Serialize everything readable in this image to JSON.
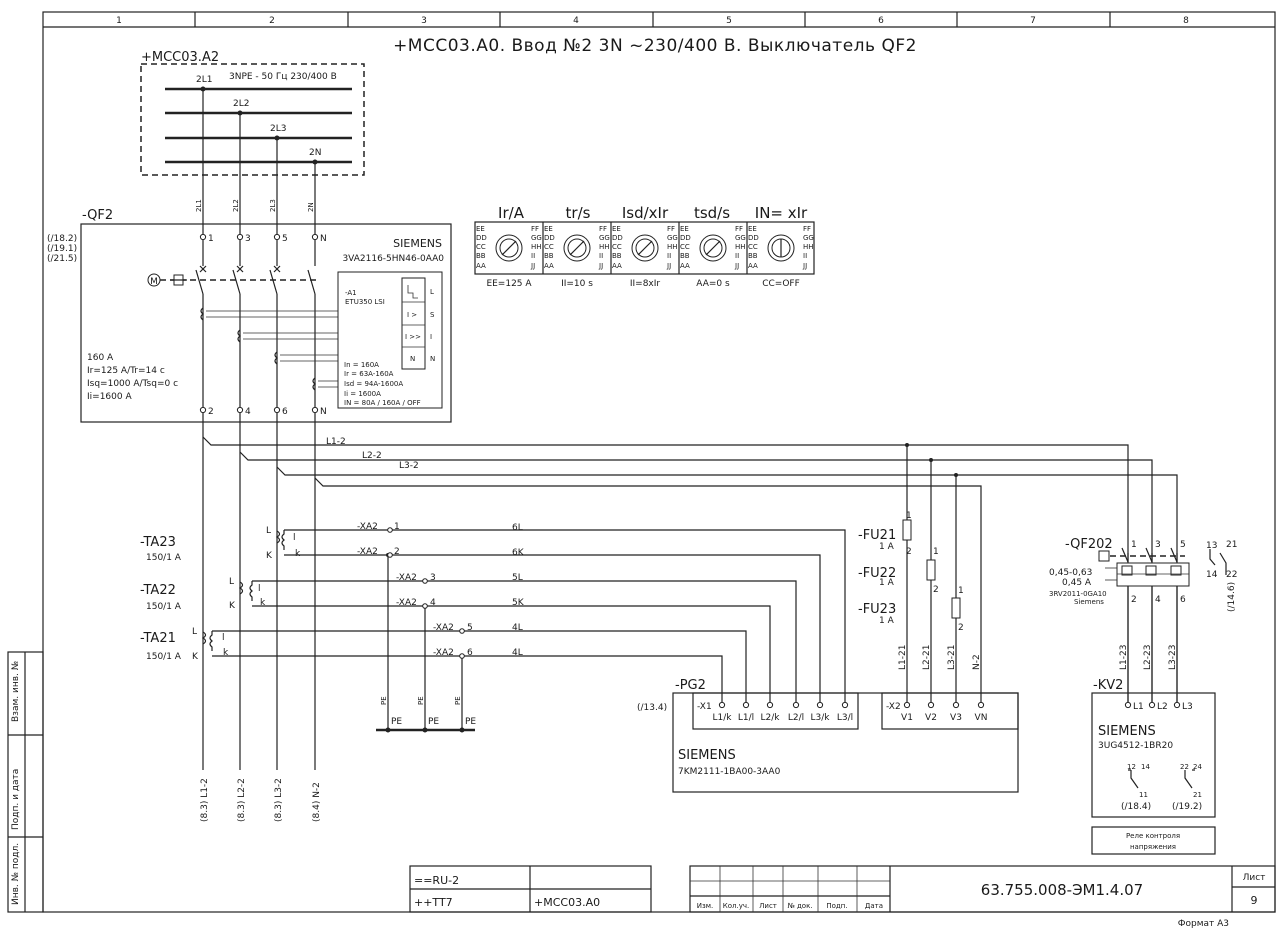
{
  "title": "+MCC03.A0. Ввод №2 3N ~230/400 В. Выключатель QF2",
  "column_numbers": [
    "1",
    "2",
    "3",
    "4",
    "5",
    "6",
    "7",
    "8"
  ],
  "source": {
    "label": "+MCC03.A2",
    "supply": "3NPE - 50 Гц 230/400 В",
    "buses": [
      "2L1",
      "2L2",
      "2L3",
      "2N"
    ]
  },
  "qf2": {
    "tag": "-QF2",
    "refs": [
      "(/18.2)",
      "(/19.1)",
      "(/21.5)"
    ],
    "maker": "SIEMENS",
    "model": "3VA2116-5HN46-0AA0",
    "top_terms": [
      "1",
      "3",
      "5",
      "N"
    ],
    "bottom_terms": [
      "2",
      "4",
      "6",
      "N"
    ],
    "motor": "M",
    "params": [
      "160 A",
      "Ir=125 A/Tr=14 c",
      "Isq=1000 A/Tsq=0 c",
      "Ii=1600 A"
    ],
    "etu_title": [
      "-A1",
      "ETU350 LSI"
    ],
    "etu_symbols": [
      "L",
      "S",
      "I",
      "N"
    ],
    "etu_boxes": [
      "I >",
      "I >>",
      "N"
    ],
    "etu_settings": [
      "In = 160A",
      "Ir = 63A-160A",
      "Isd = 94A-1600A",
      "Ii = 1600A",
      "IN = 80A / 160A / OFF"
    ]
  },
  "dials": [
    {
      "head": "Ir/A",
      "setting": "EE=125 A"
    },
    {
      "head": "tr/s",
      "setting": "II=10 s"
    },
    {
      "head": "Isd/xIr",
      "setting": "II=8xIr"
    },
    {
      "head": "tsd/s",
      "setting": "AA=0 s"
    },
    {
      "head": "IN= xIr",
      "setting": "CC=OFF"
    }
  ],
  "dial_letters_left": [
    "EE",
    "DD",
    "CC",
    "BB",
    "AA"
  ],
  "dial_letters_right": [
    "FF",
    "GG",
    "HH",
    "II",
    "JJ"
  ],
  "wires": {
    "feed": [
      "L1-2",
      "L2-2",
      "L3-2"
    ],
    "bottom_labels": [
      "(8.3) L1-2",
      "(8.3) L2-2",
      "(8.3) L3-2",
      "(8.4) N-2"
    ]
  },
  "cts": [
    {
      "tag": "-TA23",
      "ratio": "150/1 A"
    },
    {
      "tag": "-TA22",
      "ratio": "150/1 A"
    },
    {
      "tag": "-TA21",
      "ratio": "150/1 A"
    }
  ],
  "ct_terms": [
    "L",
    "K",
    "l",
    "k"
  ],
  "terminals": [
    {
      "tag": "-XA2",
      "num": "1",
      "wire": "6L"
    },
    {
      "tag": "-XA2",
      "num": "2",
      "wire": "6K"
    },
    {
      "tag": "-XA2",
      "num": "3",
      "wire": "5L"
    },
    {
      "tag": "-XA2",
      "num": "4",
      "wire": "5K"
    },
    {
      "tag": "-XA2",
      "num": "5",
      "wire": "4L"
    },
    {
      "tag": "-XA2",
      "num": "6",
      "wire": "4L"
    }
  ],
  "pe_label": "PE",
  "fuses": [
    {
      "tag": "-FU21",
      "rating": "1 A",
      "pins": [
        "1",
        "2"
      ]
    },
    {
      "tag": "-FU22",
      "rating": "1 A",
      "pins": [
        "1",
        "2"
      ]
    },
    {
      "tag": "-FU23",
      "rating": "1 A",
      "pins": [
        "1",
        "2"
      ]
    }
  ],
  "volt_wires": [
    "L1-21",
    "L2-21",
    "L3-21",
    "N-2"
  ],
  "pg2": {
    "tag": "-PG2",
    "ref": "(/13.4)",
    "x1": "-X1",
    "x1_terms": [
      "L1/k",
      "L1/l",
      "L2/k",
      "L2/l",
      "L3/k",
      "L3/l"
    ],
    "x2": "-X2",
    "x2_terms": [
      "V1",
      "V2",
      "V3",
      "VN"
    ],
    "maker": "SIEMENS",
    "model": "7KM2111-1BA00-3AA0"
  },
  "qf202": {
    "tag": "-QF202",
    "range": "0,45-0,63",
    "set": "0,45 A",
    "model": "3RV2011-0GA10",
    "maker": "Siemens",
    "top_terms": [
      "1",
      "3",
      "5"
    ],
    "bottom_terms": [
      "2",
      "4",
      "6"
    ],
    "aux": [
      "13",
      "14",
      "21",
      "22"
    ],
    "aux_ref": "(/14.6)"
  },
  "kv2_wires": [
    "L1-23",
    "L2-23",
    "L3-23"
  ],
  "kv2": {
    "tag": "-KV2",
    "terms": [
      "L1",
      "L2",
      "L3"
    ],
    "maker": "SIEMENS",
    "model": "3UG4512-1BR20",
    "contacts": [
      "12",
      "14",
      "11",
      "22",
      "24",
      "21"
    ],
    "refs": [
      "(/18.4)",
      "(/19.2)"
    ],
    "note": "Реле контроля напряжения"
  },
  "left_strip": [
    "Взам. инв. №",
    "Подп. и дата",
    "Инв. № подл."
  ],
  "stamp": {
    "f1": "==RU-2",
    "f2": "++TT7",
    "f3": "+MCC03.A0",
    "cols": [
      "Изм.",
      "Кол.уч.",
      "Лист",
      "№ док.",
      "Подп.",
      "Дата"
    ],
    "doc": "63.755.008-ЭМ1.4.07",
    "sheet_label": "Лист",
    "sheet": "9",
    "format": "Формат А3"
  }
}
